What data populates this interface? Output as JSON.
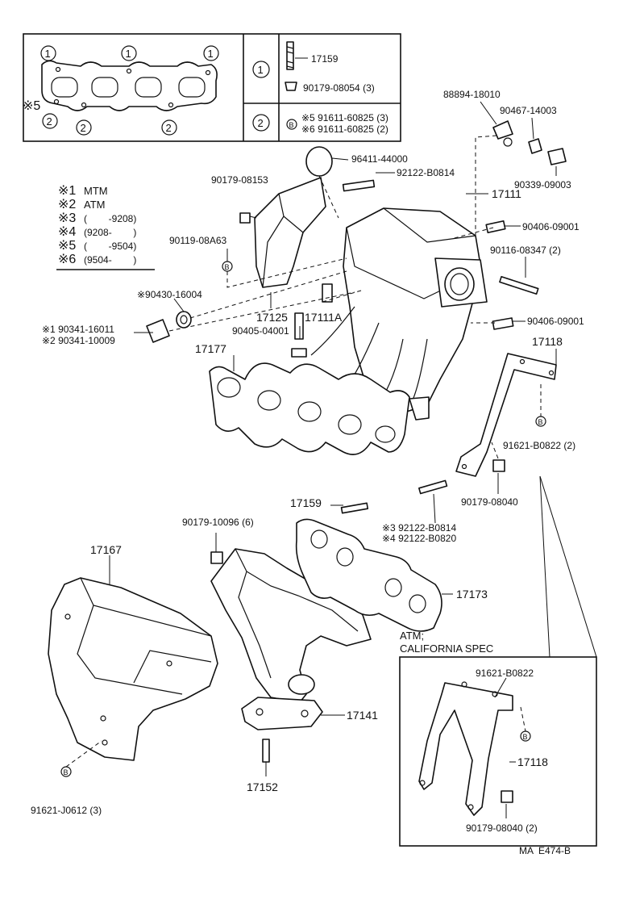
{
  "diagram_code": "MA  E474-B",
  "legend_box": {
    "marker_1": "1",
    "marker_2": "2",
    "note_mark": "※5",
    "row1_part_a": "17159",
    "row1_part_b": "90179-08054 (3)",
    "row2_badge": "B",
    "row2_line1": "※5 91611-60825 (3)",
    "row2_line2": "※6 91611-60825 (2)"
  },
  "notes": [
    {
      "mark": "※1",
      "text": "MTM"
    },
    {
      "mark": "※2",
      "text": "ATM"
    },
    {
      "mark": "※3",
      "text": "(        -9208)"
    },
    {
      "mark": "※4",
      "text": "(9208-        )"
    },
    {
      "mark": "※5",
      "text": "(        -9504)"
    },
    {
      "mark": "※6",
      "text": "(9504-        )"
    }
  ],
  "labels": {
    "p88894": "88894-18010",
    "p90467": "90467-14003",
    "p90339": "90339-09003",
    "p96411": "96411-44000",
    "p92122a": "92122-B0814",
    "p17111": "17111",
    "p90179_08153": "90179-08153",
    "p90406a": "90406-09001",
    "p90119": "90119-08A63",
    "p90116": "90116-08347 (2)",
    "p90430": "※90430-16004",
    "p17125": "17125",
    "p90405": "90405-04001",
    "p17111A": "17111A",
    "p90406b": "90406-09001",
    "p90341a": "※1 90341-16011",
    "p90341b": "※2 90341-10009",
    "p17177": "17177",
    "p17118a": "17118",
    "p91621a": "91621-B0822 (2)",
    "p90179_08040": "90179-08040",
    "p17159": "17159",
    "p92122b": "※3 92122-B0814",
    "p92122c": "※4 92122-B0820",
    "p90179_10096": "90179-10096 (6)",
    "p17167": "17167",
    "p17173": "17173",
    "atm_line1": "ATM;",
    "atm_line2": "CALIFORNIA SPEC",
    "p91621b": "91621-B0822",
    "p17141": "17141",
    "p17118b": "17118",
    "p17152": "17152",
    "p90179_08040b": "90179-08040 (2)",
    "p91621_j0612": "91621-J0612 (3)"
  },
  "badge_letter": "B"
}
